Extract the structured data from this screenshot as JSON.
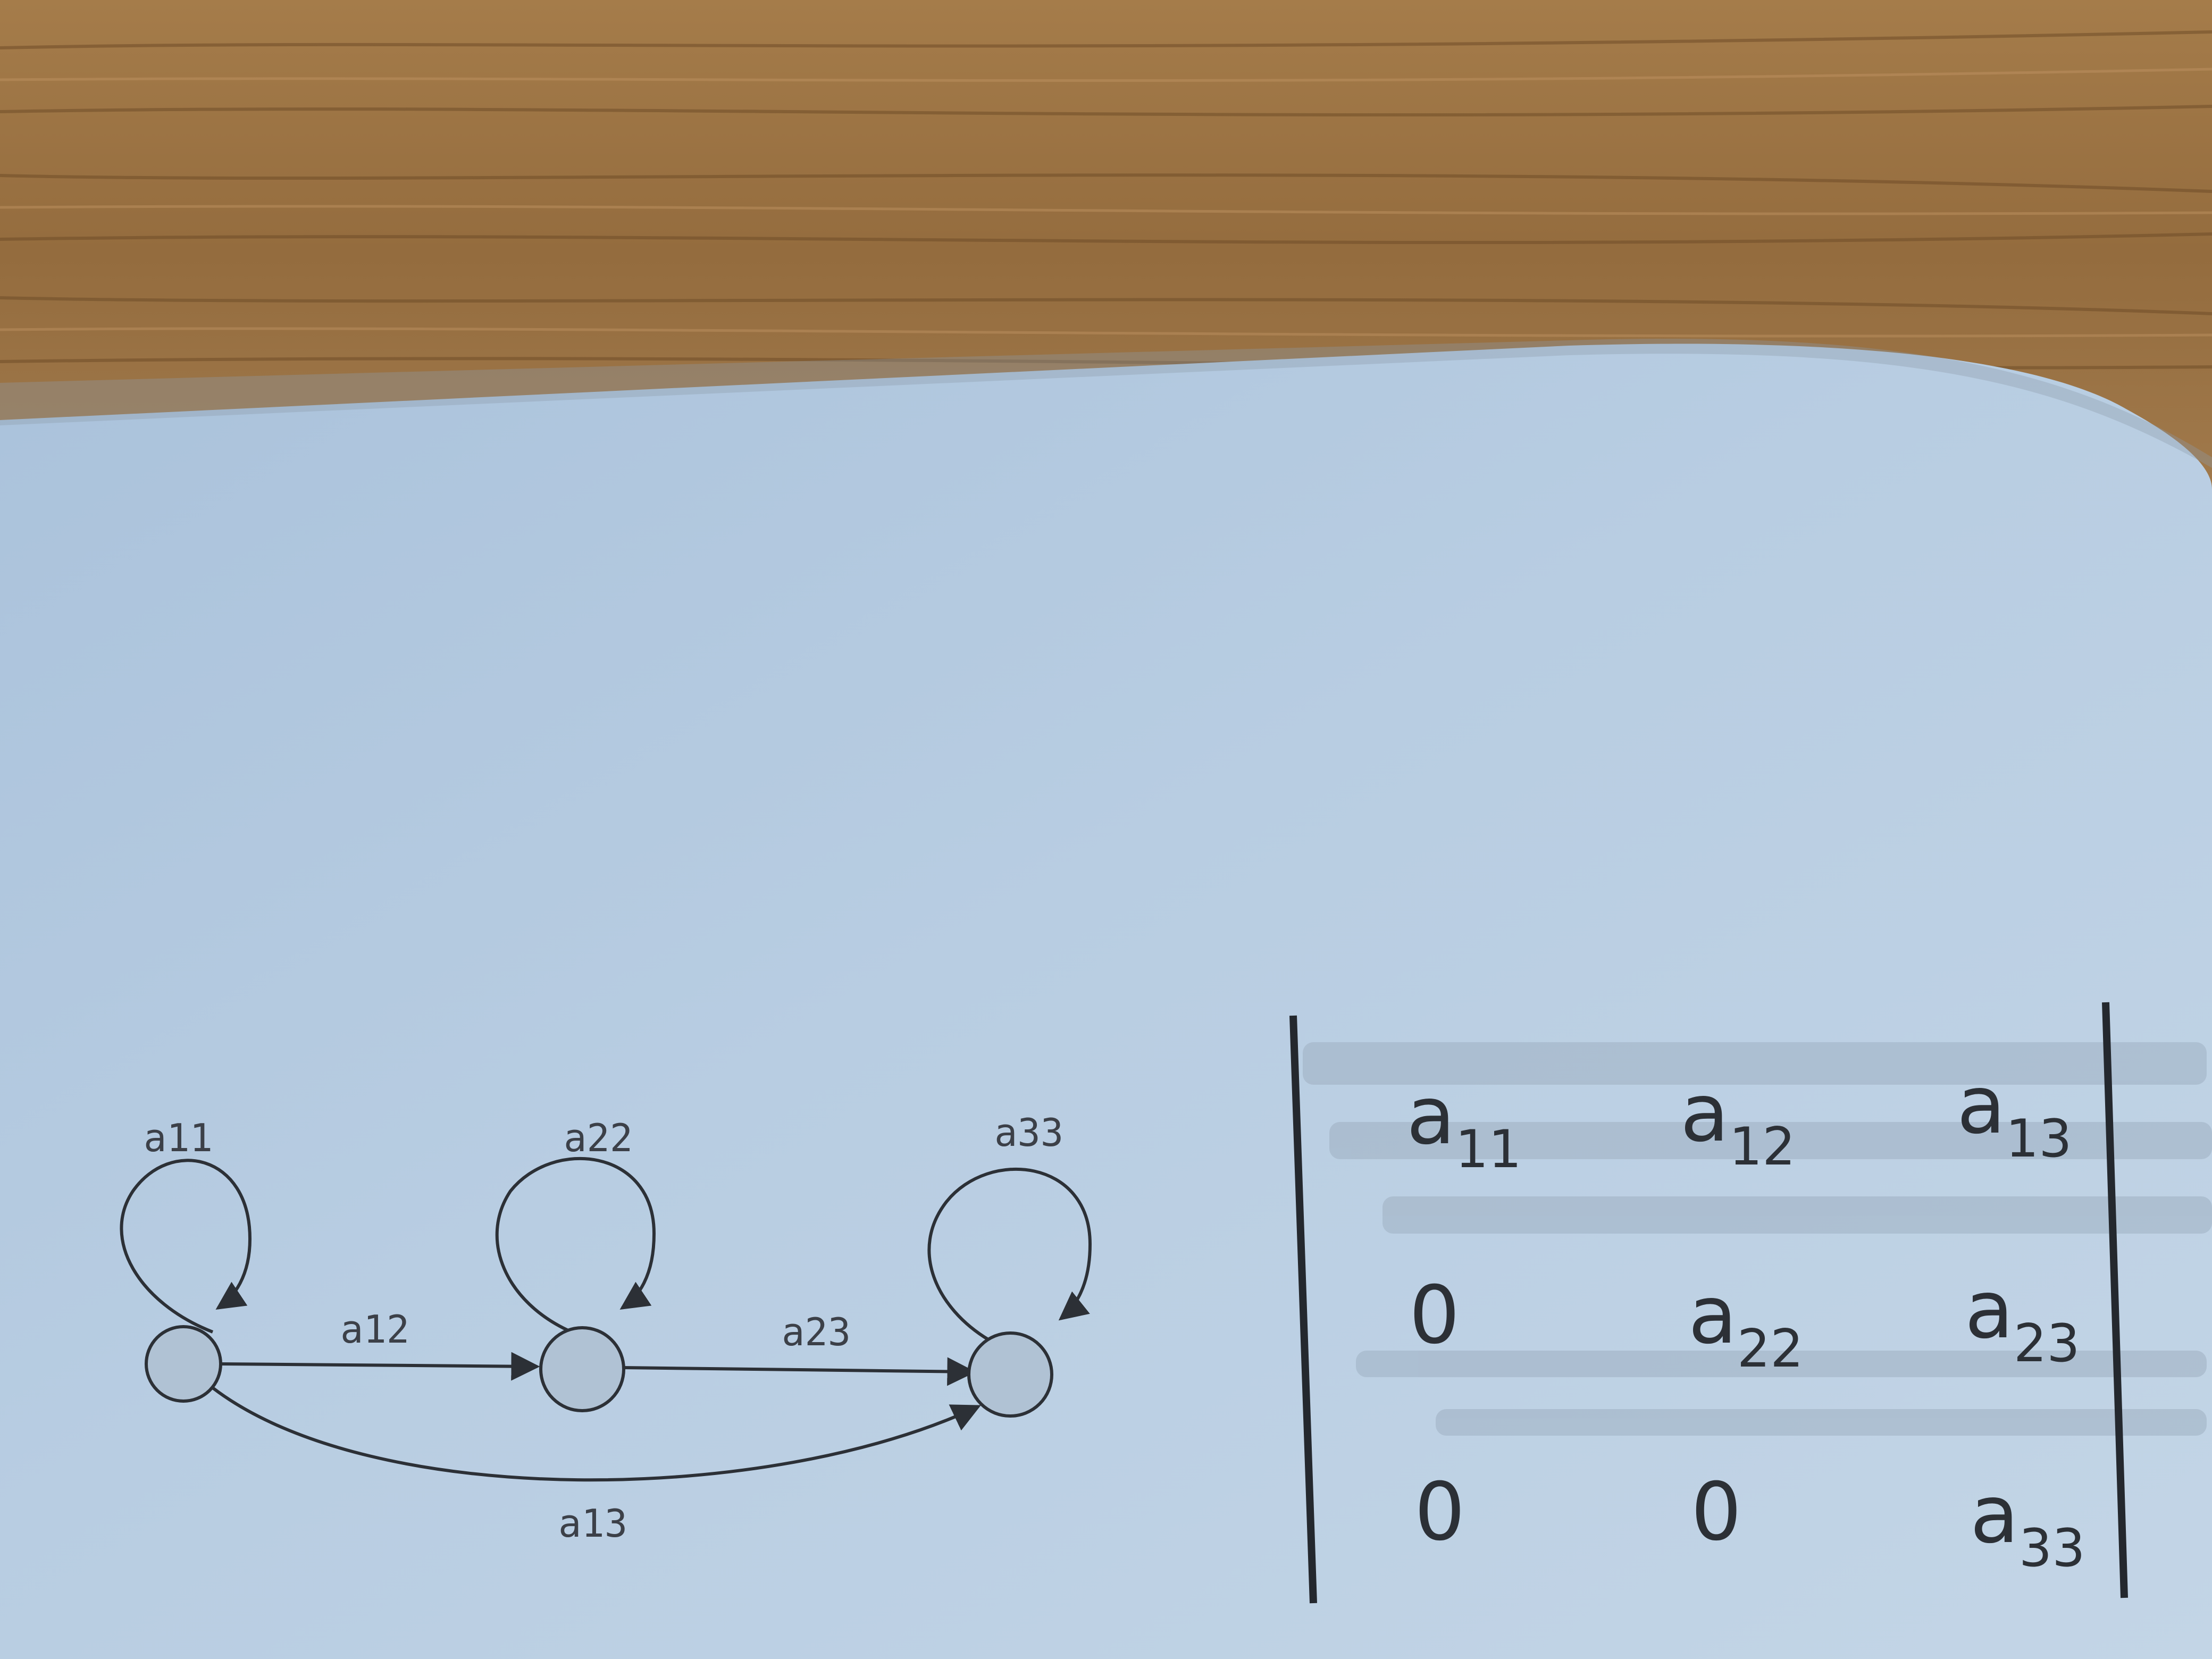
{
  "diagram": {
    "self_loop_labels": [
      "a11",
      "a22",
      "a33"
    ],
    "edge_labels": {
      "s1_to_s2": "a12",
      "s2_to_s3": "a23",
      "s1_to_s3": "a13"
    }
  },
  "matrix": {
    "rows": [
      [
        {
          "base": "a",
          "sub": "11"
        },
        {
          "base": "a",
          "sub": "12"
        },
        {
          "base": "a",
          "sub": "13"
        }
      ],
      [
        {
          "base": "0",
          "sub": ""
        },
        {
          "base": "a",
          "sub": "22"
        },
        {
          "base": "a",
          "sub": "23"
        }
      ],
      [
        {
          "base": "0",
          "sub": ""
        },
        {
          "base": "0",
          "sub": ""
        },
        {
          "base": "a",
          "sub": "33"
        }
      ]
    ]
  },
  "colors": {
    "desk": "#9a7446",
    "paper": "#b6cbe0",
    "ink": "#2c3036"
  }
}
